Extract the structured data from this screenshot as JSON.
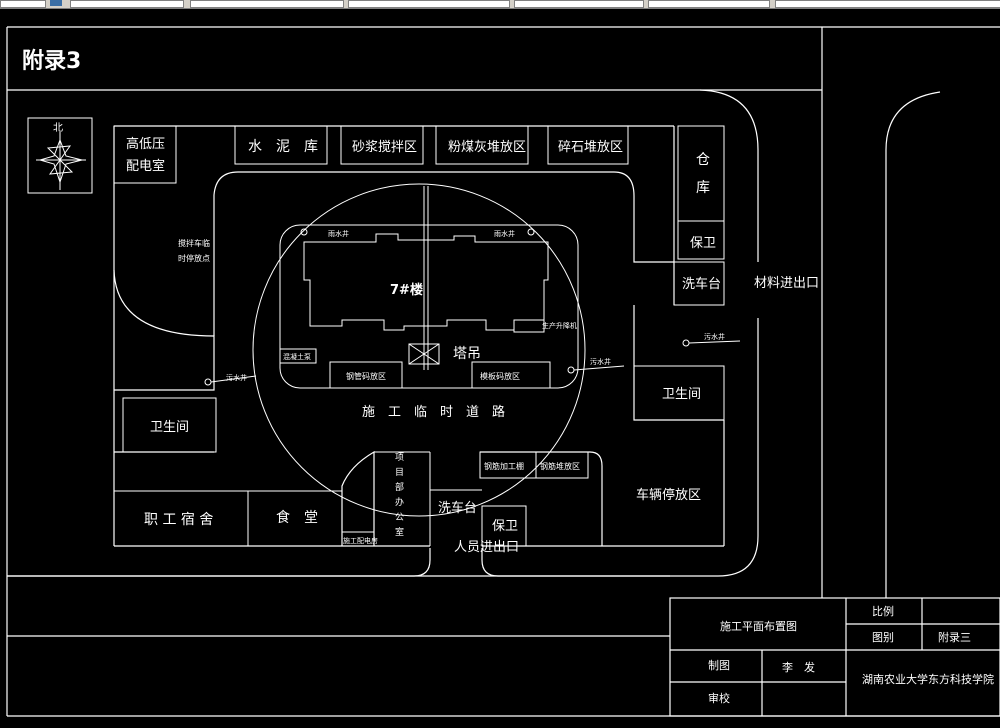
{
  "appendix_title": "附录3",
  "compass": {
    "north": "北"
  },
  "areas": {
    "power_room": [
      "高低压",
      "配电室"
    ],
    "cement_store": "水　泥　库",
    "mortar_mix": "砂浆搅拌区",
    "fly_ash": "粉煤灰堆放区",
    "gravel": "碎石堆放区",
    "warehouse": [
      "仓",
      "库"
    ],
    "guard_top": "保卫",
    "wash_top": "洗车台",
    "material_gate": "材料进出口",
    "mixer_note": [
      "搅拌车临",
      "时停放点"
    ],
    "building": "7#楼",
    "tower_crane": "塔吊",
    "rain_well_left": "雨水井",
    "rain_well_right": "雨水井",
    "sewage_left": "污水井",
    "sewage_right": "污水井",
    "sewage_east": "污水井",
    "concrete_note": "混凝土泵",
    "rebar_yard_left": "钢管码放区",
    "formwork_yard": "模板码放区",
    "elevator_note": "生产升降机",
    "restroom_left": "卫生间",
    "restroom_right": "卫生间",
    "temp_road": "施　工　临　时　道　路",
    "rebar_shop": "钢筋加工棚",
    "rebar_stack": "钢筋堆放区",
    "vehicle_park": "车辆停放区",
    "dorm": "职 工 宿 舍",
    "canteen": "食　堂",
    "project_office": [
      "项",
      "目",
      "部",
      "办",
      "公",
      "室"
    ],
    "shop_small": "施工配电房",
    "wash_bottom": "洗车台",
    "guard_bottom": "保卫",
    "people_gate": "人员进出口"
  },
  "title_block": {
    "drawing_name": "施工平面布置图",
    "scale_label": "比例",
    "scale_value": "",
    "sheet_label": "图别",
    "sheet_value": "附录三",
    "drawn_label": "制图",
    "drawn_value": "李　发",
    "checked_label": "审校",
    "institution": "湖南农业大学东方科技学院"
  }
}
